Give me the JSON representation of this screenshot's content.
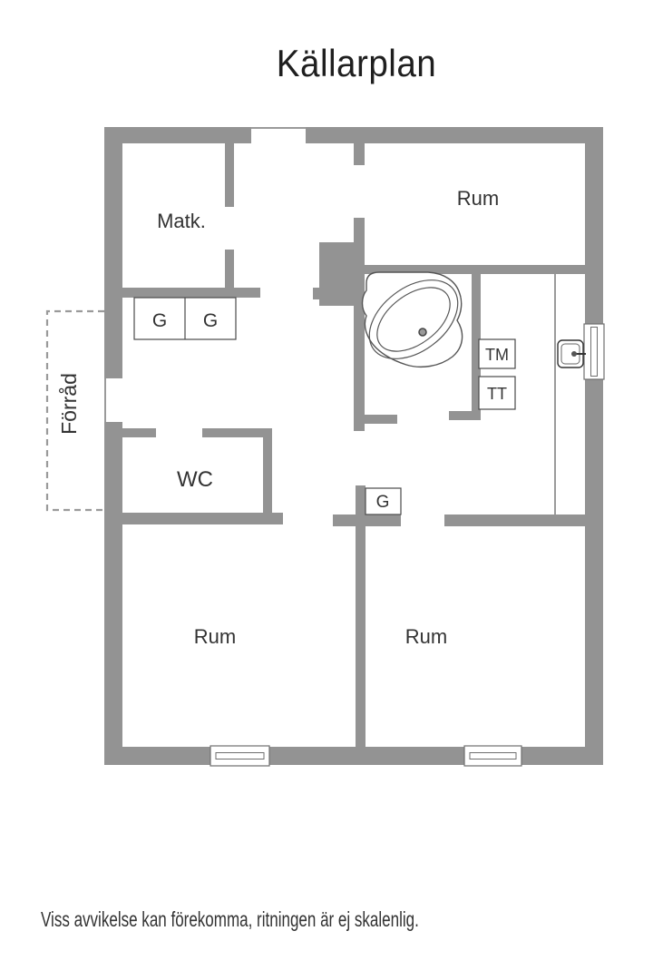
{
  "title": "Källarplan",
  "disclaimer": "Viss avvikelse kan förekomma, ritningen är ej skalenlig.",
  "rooms": {
    "matk": "Matk.",
    "rum_top": "Rum",
    "rum_bottom_left": "Rum",
    "rum_bottom_right": "Rum",
    "wc": "WC",
    "forrad": "Förråd"
  },
  "fixtures": {
    "cabinet_1": "G",
    "cabinet_2": "G",
    "hall_closet": "G",
    "washing_machine": "TM",
    "tumble_dryer": "TT"
  },
  "colors": {
    "wall": "#939393",
    "wall_light": "#9a9a9a",
    "fixture_outline": "#4a4a4a",
    "window_outline": "#6f6f6f",
    "tub_outline": "#555555",
    "dashed_outline": "#9a9a9a",
    "text": "#333333",
    "title_text": "#1f1f1f"
  }
}
